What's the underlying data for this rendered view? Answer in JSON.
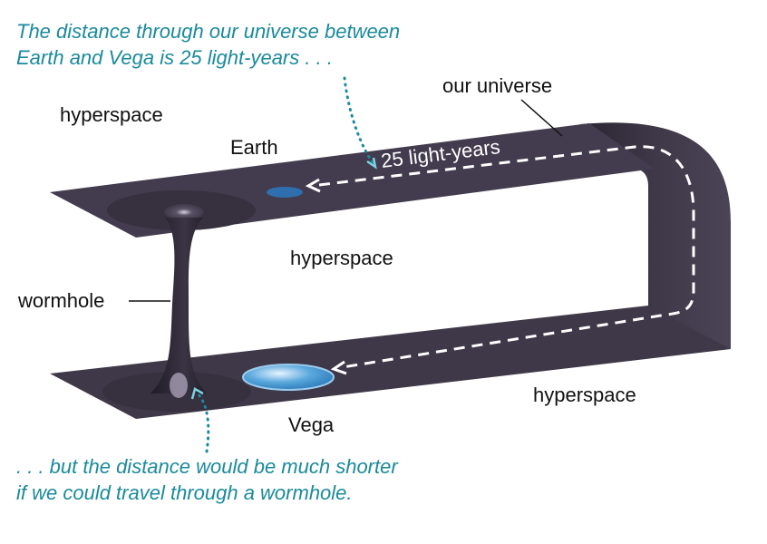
{
  "captions": {
    "top_line1": "The distance through our universe between",
    "top_line2": "Earth and Vega is 25 light-years . . .",
    "bottom_line1": ". . . but the distance would be much shorter",
    "bottom_line2": "if we could travel through a wormhole."
  },
  "labels": {
    "our_universe": "our universe",
    "hyperspace_top": "hyperspace",
    "hyperspace_middle": "hyperspace",
    "hyperspace_bottom": "hyperspace",
    "earth": "Earth",
    "vega": "Vega",
    "wormhole": "wormhole",
    "distance": "25 light-years"
  },
  "colors": {
    "sheet": "#3e3848",
    "caption": "#1a8a9c",
    "earth": "#2f6fb0",
    "vega": "#5aa8dc"
  }
}
